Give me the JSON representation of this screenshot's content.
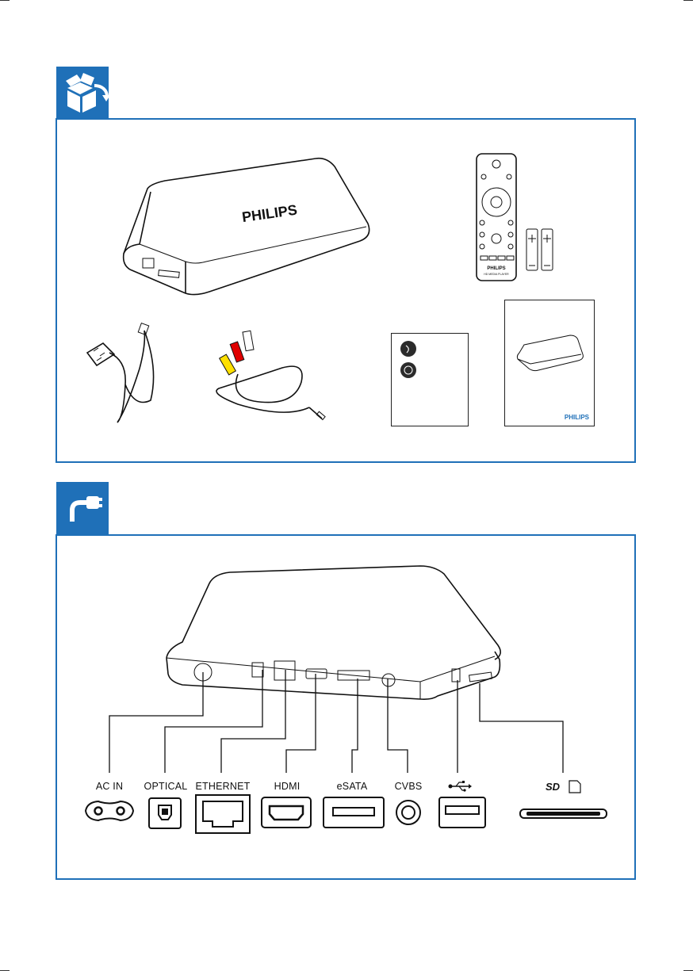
{
  "brand": {
    "accent": "#1f70b8",
    "logo_text": "PHILIPS"
  },
  "section_contents": {
    "icon": "box-unpack-icon"
  },
  "section_connect": {
    "icon": "cable-plug-icon"
  },
  "remote": {
    "brand_text": "PHILIPS",
    "model_text": "HD MEDIA PLAYER"
  },
  "quick_start": {
    "brand_text": "PHILIPS"
  },
  "ports": [
    {
      "label": "AC IN",
      "icon": "ac-socket-icon"
    },
    {
      "label": "OPTICAL",
      "icon": "optical-port-icon"
    },
    {
      "label": "ETHERNET",
      "icon": "ethernet-port-icon"
    },
    {
      "label": "HDMI",
      "icon": "hdmi-port-icon"
    },
    {
      "label": "eSATA",
      "icon": "esata-port-icon"
    },
    {
      "label": "CVBS",
      "icon": "cvbs-port-icon"
    },
    {
      "label": "",
      "icon": "usb-icon"
    },
    {
      "label": "",
      "icon": "sd-card-icon"
    }
  ]
}
